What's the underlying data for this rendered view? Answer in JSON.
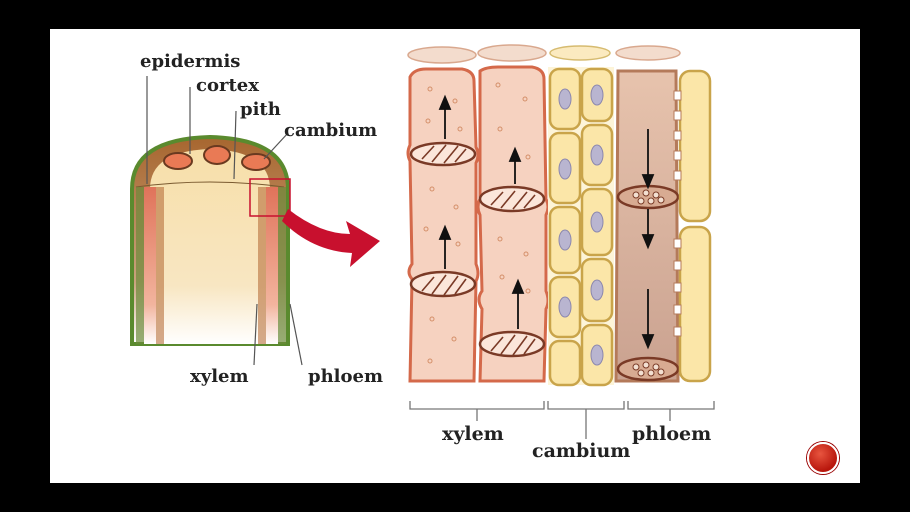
{
  "stem_labels": {
    "epidermis": "epidermis",
    "cortex": "cortex",
    "pith": "pith",
    "cambium": "cambium",
    "xylem": "xylem",
    "phloem": "phloem"
  },
  "tissue_labels": {
    "xylem": "xylem",
    "cambium": "cambium",
    "phloem": "phloem"
  },
  "nav": {
    "icon": "record-circle-icon"
  },
  "colors": {
    "stem_tissue": "#f5d9a0",
    "epidermis": "#6a9a3a",
    "vascular_red": "#e07a5f",
    "xylem_cell": "#f6d2c0",
    "cambium_cell": "#fbeac0",
    "phloem_cell": "#e9c9b3",
    "arrow": "#c8102e"
  }
}
